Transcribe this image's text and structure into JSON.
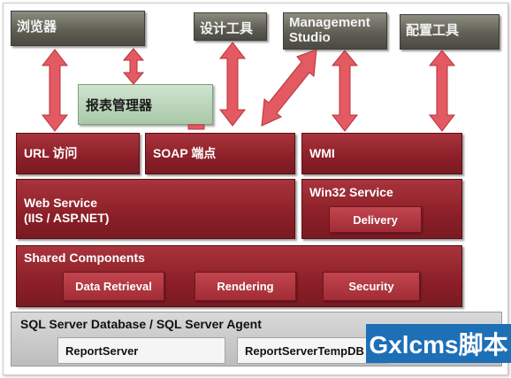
{
  "top_boxes": {
    "browser": "浏览器",
    "design_tools": "设计工具",
    "management_studio": "Management Studio",
    "config_tools": "配置工具"
  },
  "report_manager": "报表管理器",
  "endpoints": {
    "url_access": "URL 访问",
    "soap_endpoint": "SOAP 端点",
    "wmi": "WMI"
  },
  "web_service": {
    "line1": "Web Service",
    "line2": "(IIS / ASP.NET)"
  },
  "win32_service": {
    "title": "Win32 Service",
    "delivery": "Delivery"
  },
  "shared_components": {
    "title": "Shared Components",
    "items": [
      "Data Retrieval",
      "Rendering",
      "Security"
    ]
  },
  "database": {
    "title": "SQL Server Database / SQL Server Agent",
    "items": [
      "ReportServer",
      "ReportServerTempDB"
    ]
  },
  "watermark": "Gxlcms脚本",
  "colors": {
    "arrow": "#e35a62",
    "red_box": "#8c1f28",
    "gray_box": "#5f5f55"
  }
}
